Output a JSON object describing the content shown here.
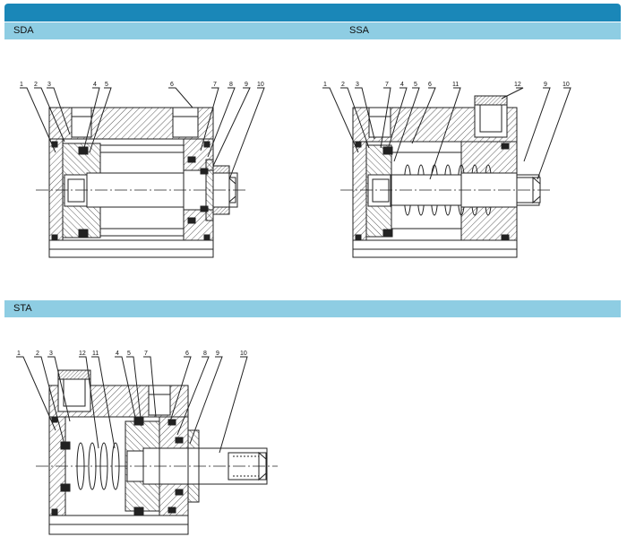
{
  "sections": {
    "sda": {
      "label": "SDA"
    },
    "ssa": {
      "label": "SSA"
    },
    "sta": {
      "label": "STA"
    }
  },
  "drawings": {
    "sda": {
      "part_numbers": [
        "1",
        "2",
        "3",
        "4",
        "5",
        "6",
        "7",
        "8",
        "9",
        "10"
      ]
    },
    "ssa": {
      "part_numbers": [
        "1",
        "2",
        "3",
        "7",
        "4",
        "5",
        "6",
        "11",
        "12",
        "9",
        "10"
      ]
    },
    "sta": {
      "part_numbers": [
        "1",
        "2",
        "3",
        "12",
        "11",
        "4",
        "5",
        "7",
        "6",
        "8",
        "9",
        "10"
      ]
    }
  },
  "colors": {
    "header_bar": "#1a87b8",
    "section_bar": "#8ecde3",
    "line": "#222222"
  }
}
